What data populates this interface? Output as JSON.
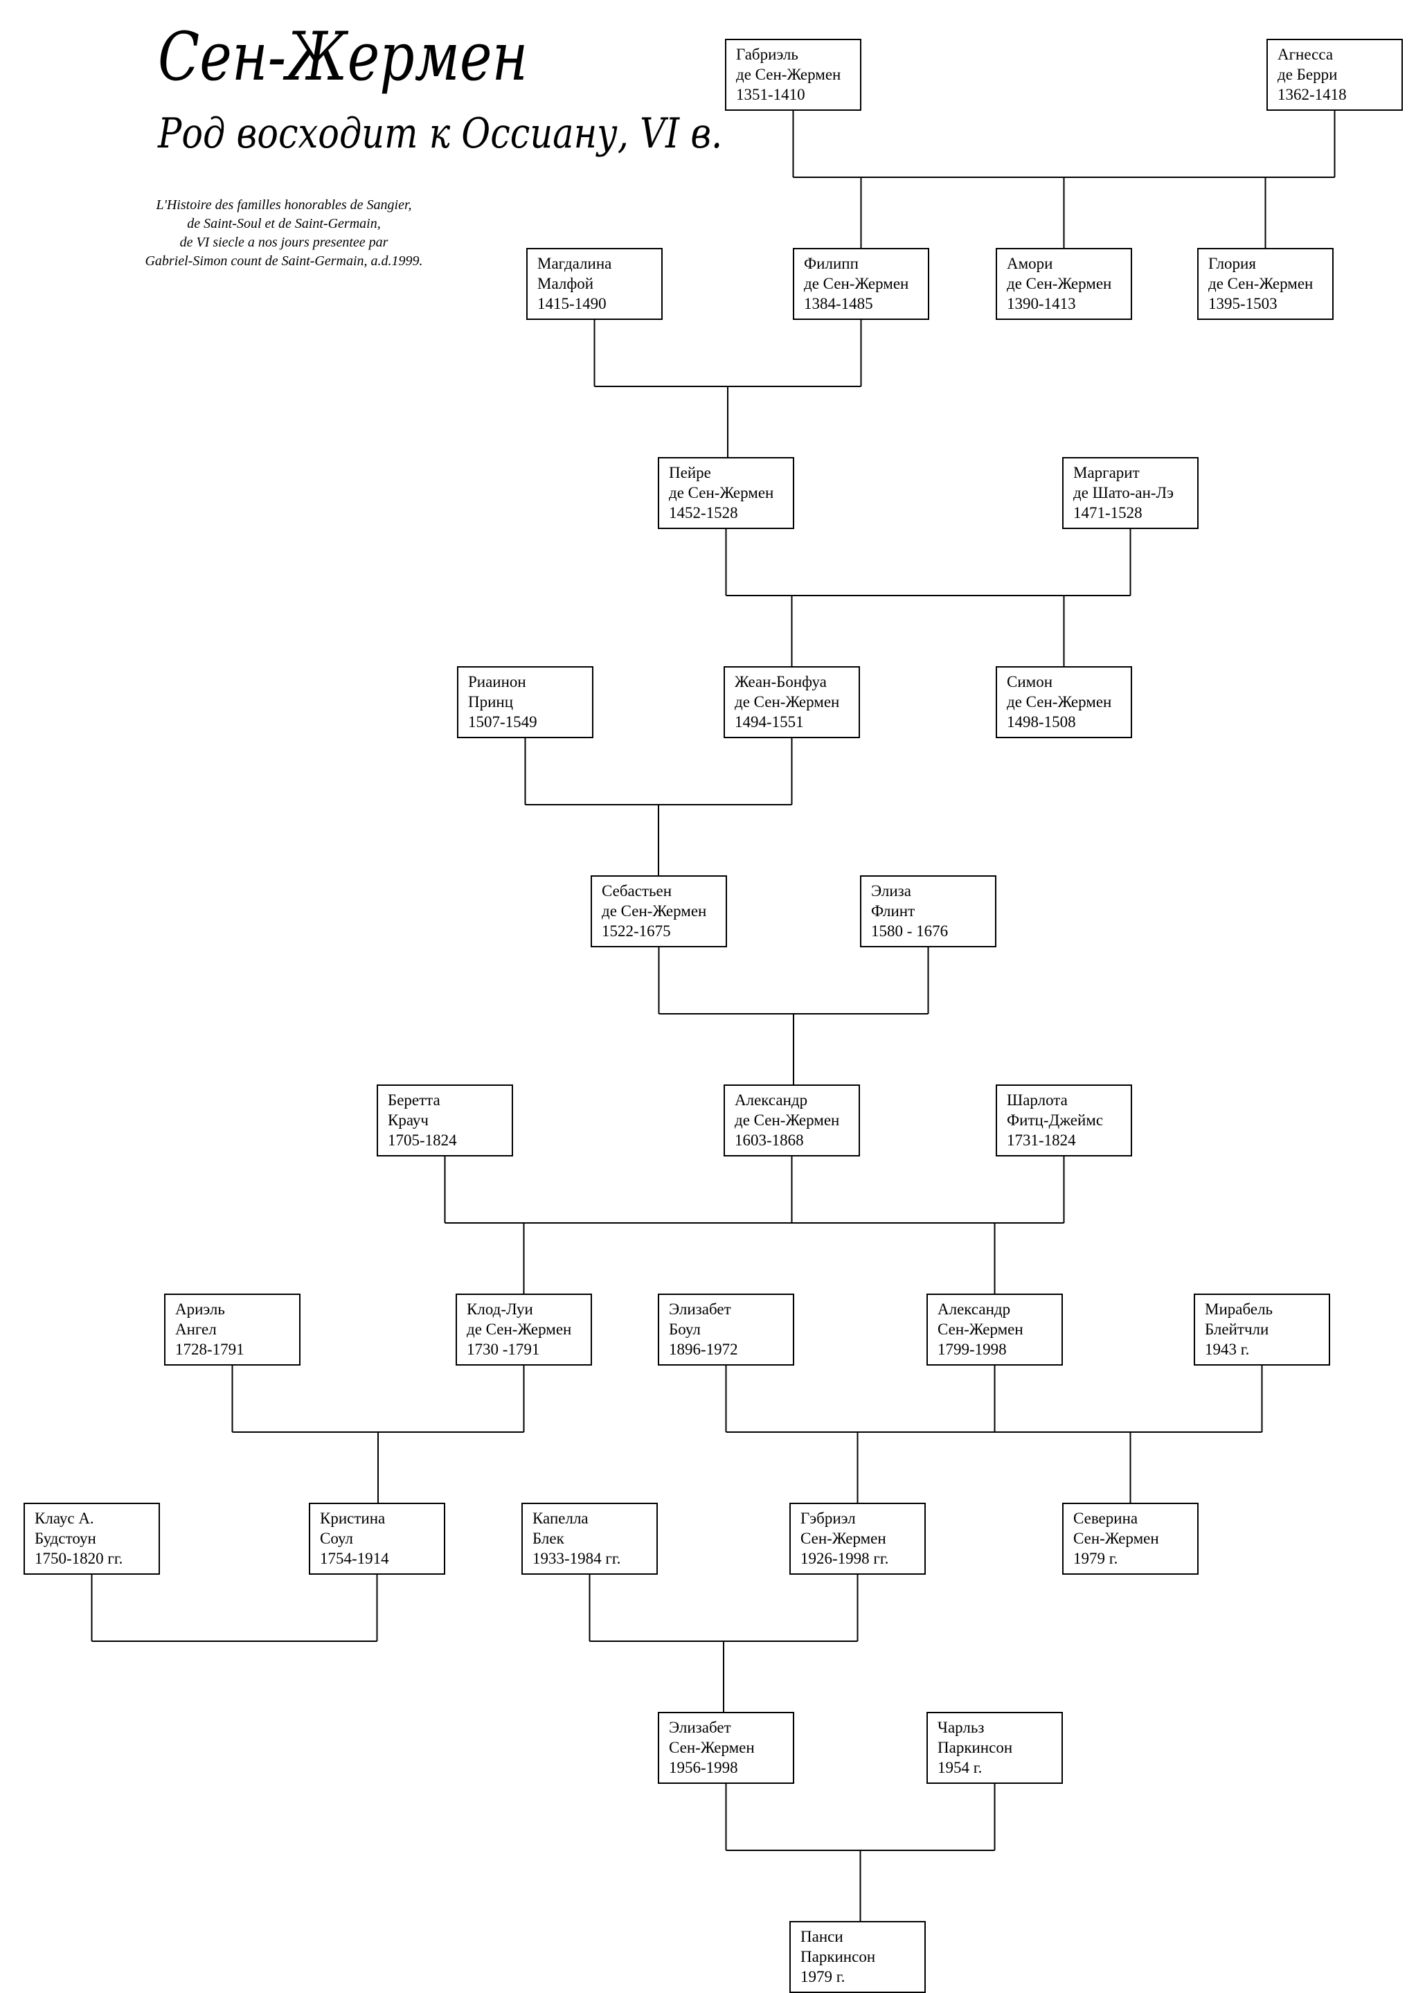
{
  "header": {
    "title": "Сен-Жермен",
    "subtitle": "Род восходит к Оссиану, VI в.",
    "note_lines": [
      "L'Histoire des familles honorables de Sangier,",
      "de Saint-Soul et de Saint-Germain,",
      "de VI siecle a nos jours  presentee par",
      "Gabriel-Simon count de Saint-Germain, a.d.1999."
    ]
  },
  "people": [
    {
      "id": "gabriel",
      "lines": [
        "Габриэль",
        "де Сен-Жермен",
        "1351-1410"
      ]
    },
    {
      "id": "agnessa",
      "lines": [
        "Агнесса",
        "де Берри",
        "1362-1418"
      ]
    },
    {
      "id": "magdalina",
      "lines": [
        "Магдалина",
        "Малфой",
        "1415-1490"
      ]
    },
    {
      "id": "filipp",
      "lines": [
        "Филипп",
        " де Сен-Жермен",
        "1384-1485"
      ]
    },
    {
      "id": "amori",
      "lines": [
        "Амори",
        " де Сен-Жермен",
        "1390-1413"
      ]
    },
    {
      "id": "gloria",
      "lines": [
        "Глория",
        "де Сен-Жермен",
        "1395-1503"
      ]
    },
    {
      "id": "peire",
      "lines": [
        "Пейре",
        "де Сен-Жермен",
        "1452-1528"
      ]
    },
    {
      "id": "margarit",
      "lines": [
        "Маргарит",
        "де Шато-ан-Лэ",
        "1471-1528"
      ]
    },
    {
      "id": "riannon",
      "lines": [
        "Риаинон",
        "Принц",
        "1507-1549"
      ]
    },
    {
      "id": "zhan",
      "lines": [
        "Жеан-Бонфуа",
        "де Сен-Жермен",
        "1494-1551"
      ]
    },
    {
      "id": "simon",
      "lines": [
        "Симон",
        "де Сен-Жермен",
        "1498-1508"
      ]
    },
    {
      "id": "sebastien",
      "lines": [
        "Себастьен",
        "де Сен-Жермен",
        "1522-1675"
      ]
    },
    {
      "id": "eliza",
      "lines": [
        "Элиза",
        "Флинт",
        "1580 - 1676"
      ]
    },
    {
      "id": "beretta",
      "lines": [
        "Беретта",
        "Крауч",
        "1705-1824"
      ]
    },
    {
      "id": "aleksandr1",
      "lines": [
        "Александр",
        "де Сен-Жермен",
        "1603-1868"
      ]
    },
    {
      "id": "sharlota",
      "lines": [
        "Шарлота",
        "Фитц-Джеймс",
        "1731-1824"
      ]
    },
    {
      "id": "ariel",
      "lines": [
        "Ариэль",
        "Ангел",
        "1728-1791"
      ]
    },
    {
      "id": "klod",
      "lines": [
        "Клод-Луи",
        "де Сен-Жермен",
        "1730 -1791"
      ]
    },
    {
      "id": "elizabet1",
      "lines": [
        "Элизабет",
        "Боул",
        "1896-1972"
      ]
    },
    {
      "id": "aleksandr2",
      "lines": [
        "Александр",
        "Сен-Жермен",
        "1799-1998"
      ]
    },
    {
      "id": "mirabel",
      "lines": [
        "Мирабель",
        "Блейтчли",
        "1943 г."
      ]
    },
    {
      "id": "klaus",
      "lines": [
        "Клаус А.",
        "Будстоун",
        "1750-1820 гг."
      ]
    },
    {
      "id": "kristina",
      "lines": [
        "Кристина",
        "Соул",
        "1754-1914"
      ]
    },
    {
      "id": "kapella",
      "lines": [
        "Капелла",
        "Блек",
        "1933-1984 гг."
      ]
    },
    {
      "id": "gebriel",
      "lines": [
        "Гэбриэл",
        "Сен-Жермен",
        "1926-1998 гг."
      ]
    },
    {
      "id": "severina",
      "lines": [
        "Северина",
        "Сен-Жермен",
        "1979 г."
      ]
    },
    {
      "id": "elizabet2",
      "lines": [
        "Элизабет",
        "Сен-Жермен",
        "1956-1998"
      ]
    },
    {
      "id": "charlz",
      "lines": [
        "Чарльз",
        "Паркинсон",
        "1954 г."
      ]
    },
    {
      "id": "pansi",
      "lines": [
        "Панси",
        "Паркинсон",
        "1979 г."
      ]
    }
  ]
}
